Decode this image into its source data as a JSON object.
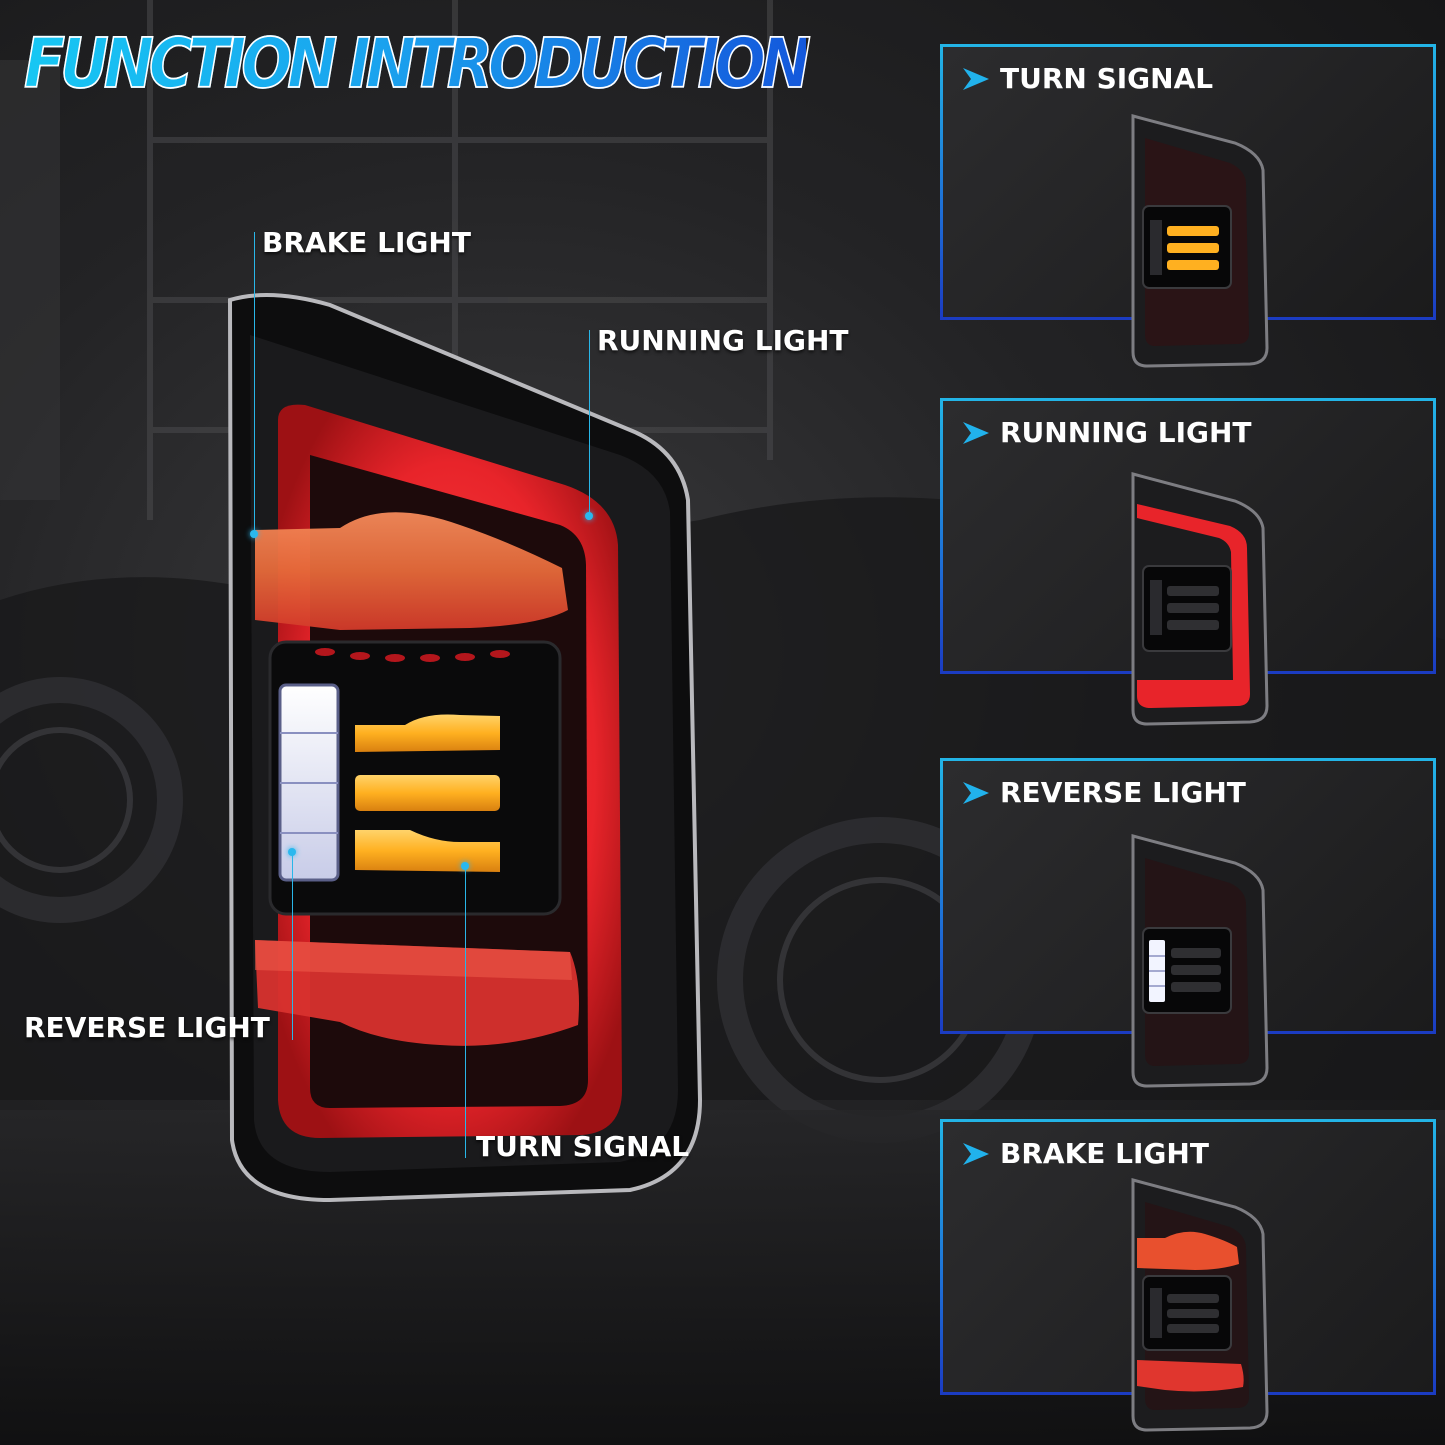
{
  "title": "FUNCTION INTRODUCTION",
  "callouts": {
    "brake": "BRAKE LIGHT",
    "running": "RUNNING LIGHT",
    "reverse": "REVERSE LIGHT",
    "turn": "TURN SIGNAL"
  },
  "panels": [
    {
      "label": "TURN SIGNAL",
      "mode": "turn"
    },
    {
      "label": "RUNNING LIGHT",
      "mode": "running"
    },
    {
      "label": "REVERSE LIGHT",
      "mode": "reverse"
    },
    {
      "label": "BRAKE LIGHT",
      "mode": "brake"
    }
  ],
  "colors": {
    "accent_cyan": "#23b4e6",
    "accent_blue": "#1b3cc2",
    "lamp_red": "#e8242a",
    "lamp_amber": "#ffb020",
    "reverse_white": "#f2f4ff"
  },
  "icons": [
    "arrow-right-icon"
  ]
}
